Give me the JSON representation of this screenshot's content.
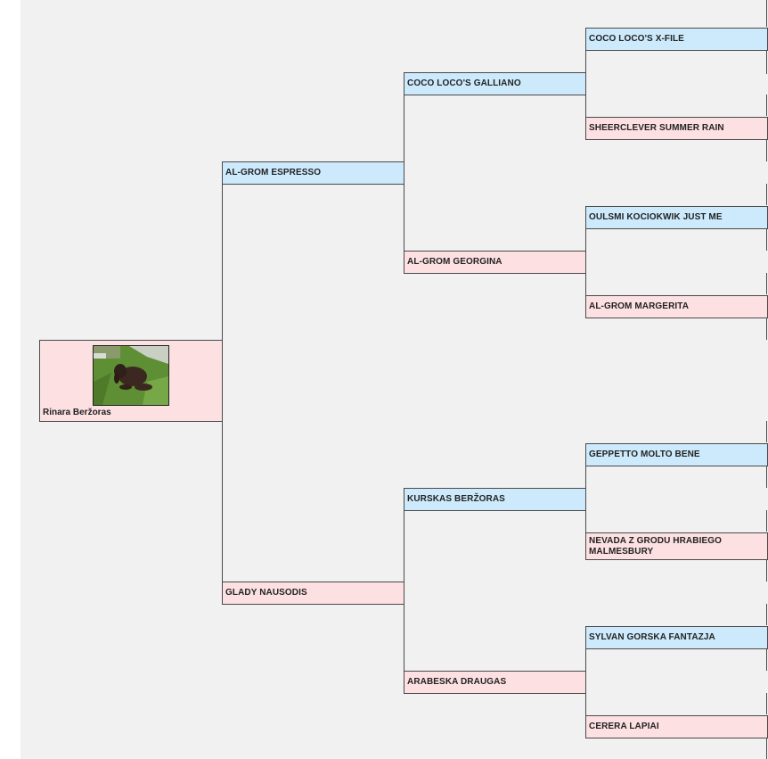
{
  "subject": {
    "name": "Rinara Beržoras"
  },
  "gen1": {
    "sire": "AL-GROM ESPRESSO",
    "dam": "GLADY NAUSODIS"
  },
  "gen2": {
    "ss": "COCO LOCO'S GALLIANO",
    "sd": "AL-GROM GEORGINA",
    "ds": "KURSKAS BERŽORAS",
    "dd": "ARABESKA DRAUGAS"
  },
  "gen3": {
    "sss": "COCO LOCO'S X-FILE",
    "ssd": "SHEERCLEVER SUMMER RAIN",
    "sds": "OULSMI KOCIOKWIK JUST ME",
    "sdd": "AL-GROM MARGERITA",
    "dss": "GEPPETTO MOLTO BENE",
    "dsd": "NEVADA Z GRODU HRABIEGO MALMESBURY",
    "dds": "SYLVAN GORSKA FANTAZJA",
    "ddd": "CERERA LAPIAI"
  },
  "colors": {
    "sire_bg": "#cdeafc",
    "dam_bg": "#fde0e2",
    "canvas_bg": "#f1f1f1"
  }
}
